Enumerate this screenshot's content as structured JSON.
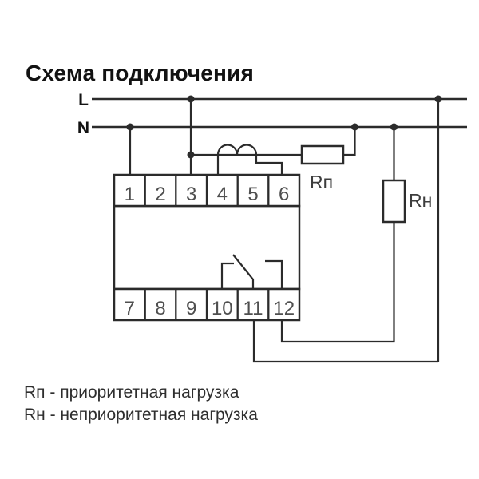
{
  "title": "Схема подключения",
  "power": {
    "l_label": "L",
    "n_label": "N"
  },
  "device": {
    "top_terminals": [
      "1",
      "2",
      "3",
      "4",
      "5",
      "6"
    ],
    "bottom_terminals": [
      "7",
      "8",
      "9",
      "10",
      "11",
      "12"
    ]
  },
  "loads": {
    "priority": "Rп",
    "non_priority": "Rн"
  },
  "legend": {
    "line1": "Rп - приоритетная нагрузка",
    "line2": "Rн - неприоритетная нагрузка"
  },
  "colors": {
    "wire": "#2b2b2b",
    "terminal_number": "#4f4f4f",
    "load_label": "#3d3d3d",
    "text": "#121212",
    "background": "#ffffff"
  }
}
